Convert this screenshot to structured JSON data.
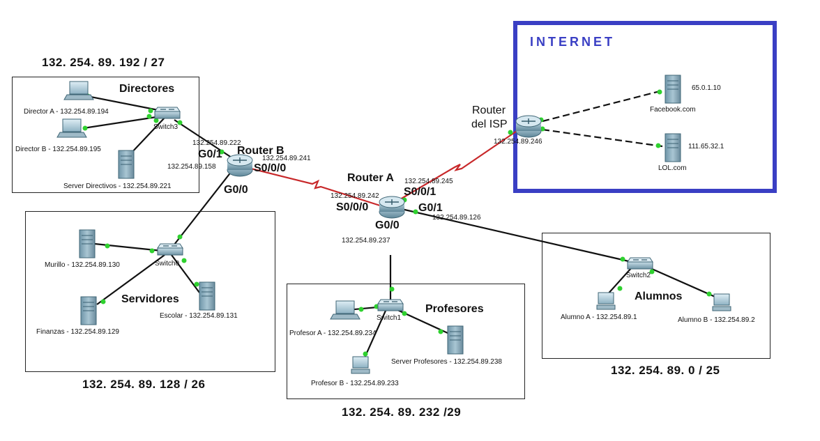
{
  "networks": {
    "directores_net": "132. 254. 89. 192 / 27",
    "servidores_net": "132. 254. 89. 128 / 26",
    "profesores_net": "132. 254. 89. 232 /29",
    "alumnos_net": "132. 254. 89. 0 / 25"
  },
  "groups": {
    "directores": "Directores",
    "servidores": "Servidores",
    "profesores": "Profesores",
    "alumnos": "Alumnos",
    "internet": "INTERNET"
  },
  "devices": {
    "director_a": "Director A - 132.254.89.194",
    "director_b": "Director B - 132.254.89.195",
    "server_directivos": "Server Directivos - 132.254.89.221",
    "switch3": "Switch3",
    "murillo": "Murillo - 132.254.89.130",
    "finanzas": "Finanzas  -  132.254.89.129",
    "escolar": "Escolar - 132.254.89.131",
    "switch0": "Switch0",
    "profesor_a": "Profesor A - 132.254.89.234",
    "profesor_b": "Profesor B - 132.254.89.233",
    "server_profesores": "Server Profesores - 132.254.89.238",
    "switch1": "Switch1",
    "alumno_a": "Alumno A - 132.254.89.1",
    "alumno_b": "Alumno B - 132.254.89.2",
    "switch2": "Switch2",
    "facebook_ip": "65.0.1.10",
    "facebook": "Facebook.com",
    "lol_ip": "111.65.32.1",
    "lol": "LOL.com"
  },
  "routers": {
    "router_b": "Router B",
    "router_a": "Router A",
    "router_isp_line1": "Router",
    "router_isp_line2": "del ISP"
  },
  "interfaces": {
    "rb_g01": "G0/1",
    "rb_g01_ip": "132.254.89.222",
    "rb_g00": "G0/0",
    "rb_g00_ip": "132.254.89.158",
    "rb_s000": "S0/0/0",
    "rb_s000_ip": "132.254.89.241",
    "ra_s000": "S0/0/0",
    "ra_s000_ip": "132.254.89.242",
    "ra_s001": "S0/0/1",
    "ra_s001_ip": "132.254.89.245",
    "ra_g01": "G0/1",
    "ra_g01_ip": "132.254.89.126",
    "ra_g00": "G0/0",
    "ra_g00_ip": "132.254.89.237",
    "isp_ip": "132.254.89.246"
  },
  "colors": {
    "serial_link": "#c8282a",
    "ethernet_link": "#111111",
    "internet_border": "#3a3fc4",
    "port_dot": "#2fd12f"
  },
  "icons": {
    "router": "router-icon",
    "switch": "switch-icon",
    "server": "server-icon",
    "laptop": "laptop-icon",
    "pc": "pc-icon"
  }
}
